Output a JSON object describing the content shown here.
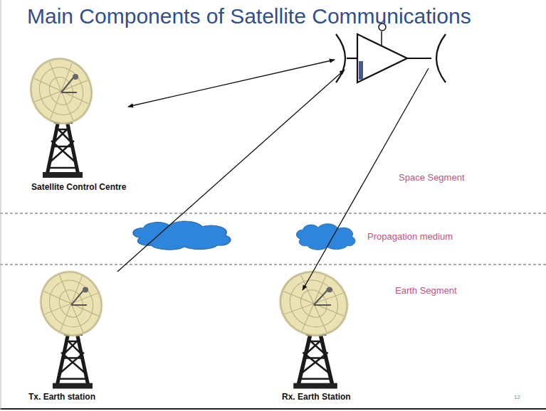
{
  "diagram": {
    "title": "Main Components of Satellite Communications",
    "labels": [
      "Satellite Control Centre",
      "Space Segment",
      "Propagation medium",
      "Earth Segment",
      "Tx. Earth station",
      "Rx. Earth Station",
      "12"
    ]
  }
}
